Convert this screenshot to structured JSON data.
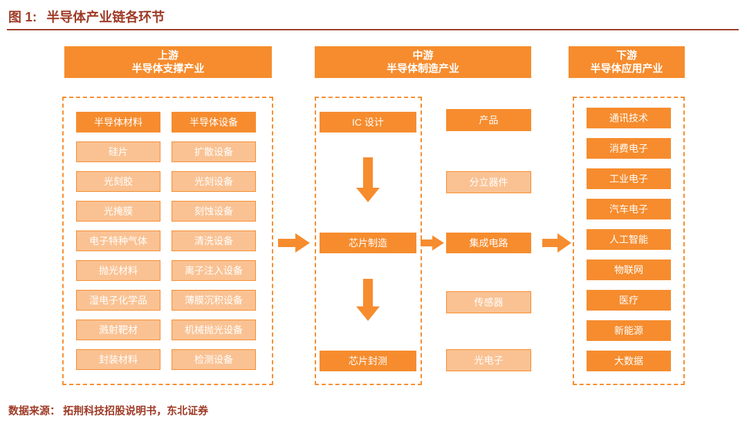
{
  "figure": {
    "label": "图 1:",
    "title": "半导体产业链各环节",
    "source": "数据来源： 拓荆科技招股说明书，东北证券"
  },
  "colors": {
    "accent_red": "#9E3A26",
    "orange": "#F68C2E",
    "orange_light": "#FAC293"
  },
  "upstream": {
    "header1": "上游",
    "header2": "半导体支撑产业",
    "materials": [
      {
        "label": "半导体材料",
        "variant": "dark"
      },
      {
        "label": "硅片",
        "variant": "light"
      },
      {
        "label": "光刻胶",
        "variant": "light"
      },
      {
        "label": "光掩膜",
        "variant": "light"
      },
      {
        "label": "电子特种气体",
        "variant": "light"
      },
      {
        "label": "抛光材料",
        "variant": "light"
      },
      {
        "label": "湿电子化学品",
        "variant": "light"
      },
      {
        "label": "溅射靶材",
        "variant": "light"
      },
      {
        "label": "封装材料",
        "variant": "light"
      }
    ],
    "equipment": [
      {
        "label": "半导体设备",
        "variant": "dark"
      },
      {
        "label": "扩散设备",
        "variant": "light"
      },
      {
        "label": "光刻设备",
        "variant": "light"
      },
      {
        "label": "刻蚀设备",
        "variant": "light"
      },
      {
        "label": "清洗设备",
        "variant": "light"
      },
      {
        "label": "离子注入设备",
        "variant": "light"
      },
      {
        "label": "薄膜沉积设备",
        "variant": "light"
      },
      {
        "label": "机械抛光设备",
        "variant": "light"
      },
      {
        "label": "检测设备",
        "variant": "light"
      }
    ]
  },
  "midstream": {
    "header1": "中游",
    "header2": "半导体制造产业",
    "process": [
      {
        "label": "IC 设计",
        "variant": "dark"
      },
      {
        "label": "芯片制造",
        "variant": "dark"
      },
      {
        "label": "芯片封测",
        "variant": "dark"
      }
    ],
    "products": [
      {
        "label": "产品",
        "variant": "dark"
      },
      {
        "label": "分立器件",
        "variant": "light"
      },
      {
        "label": "集成电路",
        "variant": "dark"
      },
      {
        "label": "传感器",
        "variant": "light"
      },
      {
        "label": "光电子",
        "variant": "light"
      }
    ]
  },
  "downstream": {
    "header1": "下游",
    "header2": "半导体应用产业",
    "applications": [
      {
        "label": "通讯技术",
        "variant": "dark"
      },
      {
        "label": "消费电子",
        "variant": "dark"
      },
      {
        "label": "工业电子",
        "variant": "dark"
      },
      {
        "label": "汽车电子",
        "variant": "dark"
      },
      {
        "label": "人工智能",
        "variant": "dark"
      },
      {
        "label": "物联网",
        "variant": "dark"
      },
      {
        "label": "医疗",
        "variant": "dark"
      },
      {
        "label": "新能源",
        "variant": "dark"
      },
      {
        "label": "大数据",
        "variant": "dark"
      }
    ]
  }
}
